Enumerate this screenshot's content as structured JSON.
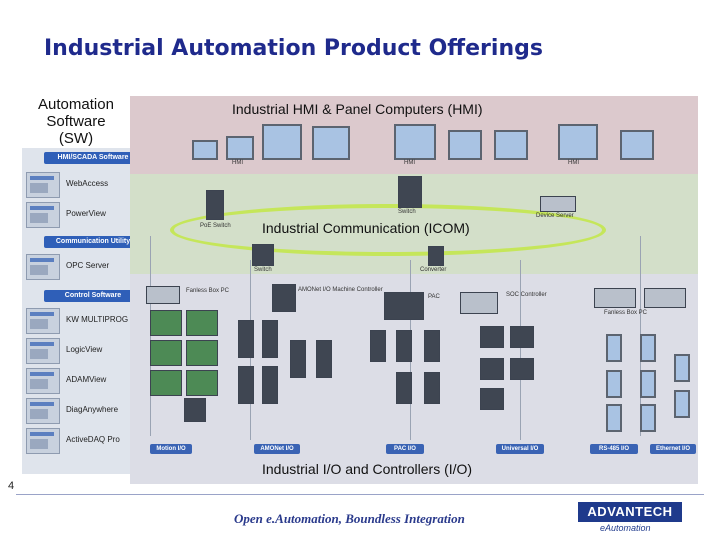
{
  "title": "Industrial Automation Product Offerings",
  "software": {
    "label_line1": "Automation",
    "label_line2": "Software",
    "label_line3": "(SW)",
    "bands": [
      "HMI/SCADA Software",
      "Communication Utility",
      "Control Software"
    ],
    "items": [
      "WebAccess",
      "PowerView",
      "OPC Server",
      "KW MULTIPROG",
      "LogicView",
      "ADAMView",
      "DiagAnywhere",
      "ActiveDAQ Pro"
    ]
  },
  "hmi": {
    "label": "Industrial HMI & Panel Computers (HMI)",
    "captions": [
      "HMI",
      "HMI",
      "HMI"
    ]
  },
  "icom": {
    "label": "Industrial Communication (ICOM)",
    "captions": [
      "PoE Switch",
      "Switch",
      "Device Server",
      "Switch",
      "Converter"
    ]
  },
  "io": {
    "label": "Industrial I/O and Controllers (I/O)",
    "captions": [
      "Fanless Box PC",
      "AMONet I/O Machine Controller",
      "PAC",
      "SOC Controller",
      "Fanless Box PC"
    ],
    "tags": [
      "Motion I/O",
      "AMONet I/O",
      "PAC I/O",
      "Universal I/O",
      "RS-485 I/O",
      "Ethernet I/O"
    ]
  },
  "footer": {
    "page_number": "4",
    "tagline": "Open e.Automation, Boundless Integration",
    "logo": "ADVANTECH",
    "logo_sub": "eAutomation"
  },
  "colors": {
    "title": "#1f2a8c",
    "hmi_band": "#dcc9cd",
    "icom_band": "#d3dfc9",
    "io_band": "#dcdde6",
    "ellipse": "#c5e65a",
    "accent_blue": "#2f5fb8"
  }
}
